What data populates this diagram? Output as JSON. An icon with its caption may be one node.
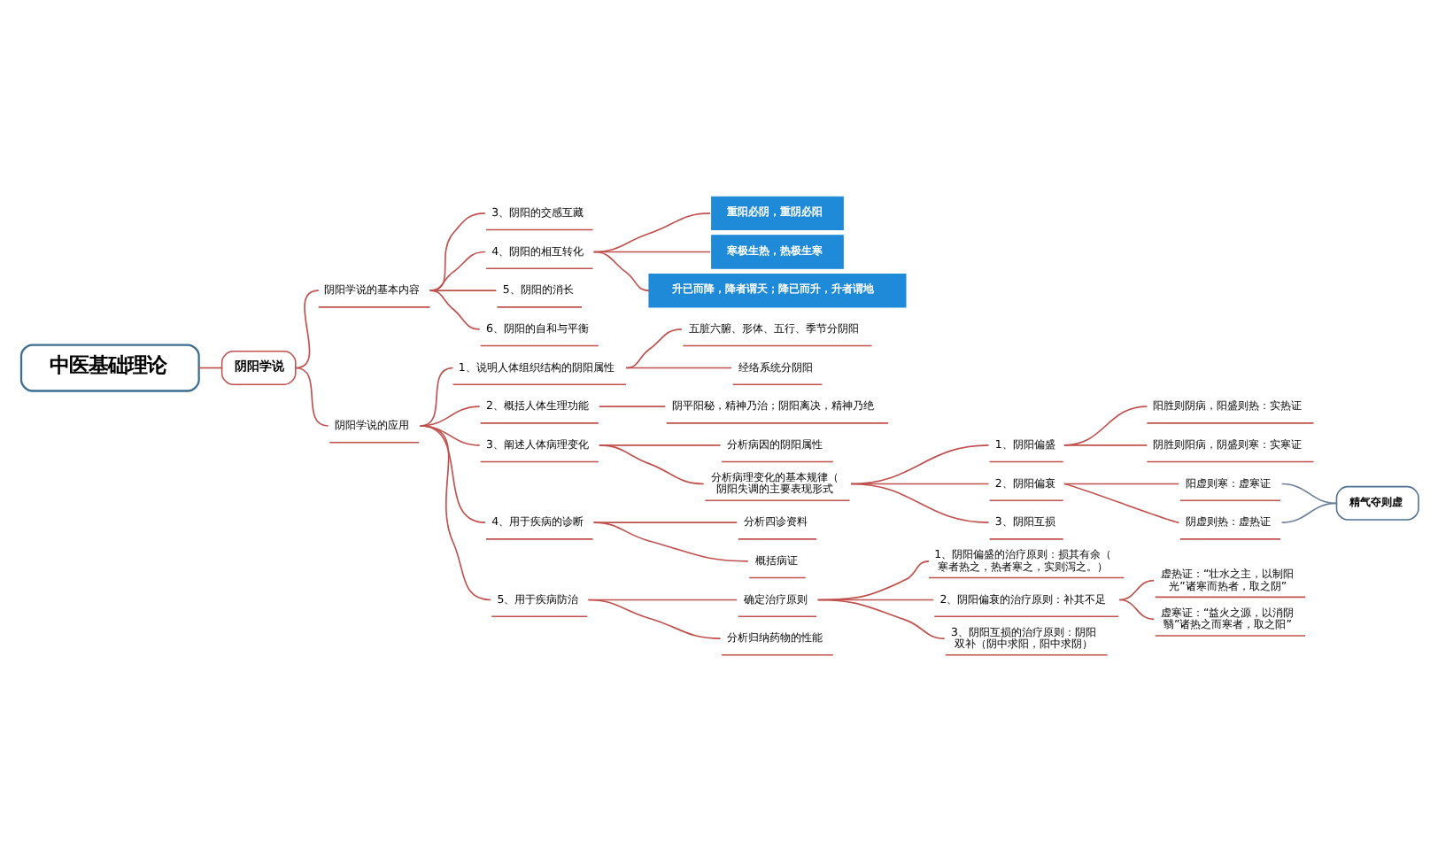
{
  "diagram": {
    "nodes": [
      {
        "text": [
          "中医基础理论"
        ]
      },
      {
        "text": [
          "阴阳学说"
        ]
      },
      {
        "text": [
          "阴阳学说的基本内容"
        ]
      },
      {
        "text": [
          "3、阴阳的交感互藏"
        ]
      },
      {
        "text": [
          "4、阴阳的相互转化"
        ]
      },
      {
        "text": [
          "重阳必阴，重阴必阳"
        ]
      },
      {
        "text": [
          "寒极生热，热极生寒"
        ]
      },
      {
        "text": [
          "升已而降，降者谓天；降已而升，升者谓地"
        ]
      },
      {
        "text": [
          "5、阴阳的消长"
        ]
      },
      {
        "text": [
          "6、阴阳的自和与平衡"
        ]
      },
      {
        "text": [
          "阴阳学说的应用"
        ]
      },
      {
        "text": [
          "1、说明人体组织结构的阴阳属性"
        ]
      },
      {
        "text": [
          "五脏六腑、形体、五行、季节分阴阳"
        ]
      },
      {
        "text": [
          "经络系统分阴阳"
        ]
      },
      {
        "text": [
          "2、概括人体生理功能"
        ]
      },
      {
        "text": [
          "阴平阳秘，精神乃治；阴阳离决，精神乃绝"
        ]
      },
      {
        "text": [
          "3、阐述人体病理变化"
        ]
      },
      {
        "text": [
          "分析病因的阴阳属性"
        ]
      },
      {
        "text": [
          "分析病理变化的基本规律（阴阳失调的主要表现形式"
        ]
      },
      {
        "text": [
          "1、阴阳偏盛"
        ]
      },
      {
        "text": [
          "阳胜则阴病，阳盛则热：实热证"
        ]
      },
      {
        "text": [
          "阴胜则阳病，阴盛则寒：实寒证"
        ]
      },
      {
        "text": [
          "2、阴阳偏衰"
        ]
      },
      {
        "text": [
          "阳虚则寒：虚寒证"
        ]
      },
      {
        "text": [
          "阴虚则热：虚热证"
        ]
      },
      {
        "text": [
          "精气夺则虚"
        ]
      },
      {
        "text": [
          "3、阴阳互损"
        ]
      },
      {
        "text": [
          "4、用于疾病的诊断"
        ]
      },
      {
        "text": [
          "分析四诊资料"
        ]
      },
      {
        "text": [
          "概括病证"
        ]
      },
      {
        "text": [
          "5、用于疾病防治"
        ]
      },
      {
        "text": [
          "确定治疗原则"
        ]
      },
      {
        "text": [
          "1、阴阳偏盛的治疗原则：损其有余（寒者热之，热者寒之，实则泻之。）"
        ]
      },
      {
        "text": [
          "2、阴阳偏衰的治疗原则：补其不足"
        ]
      },
      {
        "text": [
          "虚热证：“壮水之主，以制阳光”诸寒而热者，取之阴”"
        ]
      },
      {
        "text": [
          "虚寒证：“益火之源，以消阴翳”诸热之而寒者，取之阳”"
        ]
      },
      {
        "text": [
          "3、阴阳互损的治疗原则：阴阳双补（阴中求阳，阳中求阴）"
        ]
      },
      {
        "text": [
          "分析归纳药物的性能"
        ]
      }
    ],
    "edges": [
      {
        "from": 0,
        "to": 1,
        "arrow": "none"
      },
      {
        "from": 1,
        "to": 2,
        "arrow": "none"
      },
      {
        "from": 2,
        "to": 3,
        "arrow": "none"
      },
      {
        "from": 2,
        "to": 4,
        "arrow": "none"
      },
      {
        "from": 4,
        "to": 5,
        "arrow": "none"
      },
      {
        "from": 4,
        "to": 6,
        "arrow": "none"
      },
      {
        "from": 4,
        "to": 7,
        "arrow": "none"
      },
      {
        "from": 2,
        "to": 8,
        "arrow": "none"
      },
      {
        "from": 2,
        "to": 9,
        "arrow": "none"
      },
      {
        "from": 1,
        "to": 10,
        "arrow": "none"
      },
      {
        "from": 10,
        "to": 11,
        "arrow": "none"
      },
      {
        "from": 11,
        "to": 12,
        "arrow": "none"
      },
      {
        "from": 11,
        "to": 13,
        "arrow": "none"
      },
      {
        "from": 10,
        "to": 14,
        "arrow": "none"
      },
      {
        "from": 14,
        "to": 15,
        "arrow": "none"
      },
      {
        "from": 10,
        "to": 16,
        "arrow": "none"
      },
      {
        "from": 16,
        "to": 17,
        "arrow": "none"
      },
      {
        "from": 16,
        "to": 18,
        "arrow": "none"
      },
      {
        "from": 18,
        "to": 19,
        "arrow": "none"
      },
      {
        "from": 19,
        "to": 20,
        "arrow": "none"
      },
      {
        "from": 19,
        "to": 21,
        "arrow": "none"
      },
      {
        "from": 18,
        "to": 22,
        "arrow": "none"
      },
      {
        "from": 22,
        "to": 23,
        "arrow": "none"
      },
      {
        "from": 22,
        "to": 24,
        "arrow": "none"
      },
      {
        "from": 23,
        "to": 25,
        "arrow": "none",
        "color": "#6b7f96"
      },
      {
        "from": 24,
        "to": 25,
        "arrow": "none",
        "color": "#6b7f96"
      },
      {
        "from": 18,
        "to": 26,
        "arrow": "none"
      },
      {
        "from": 10,
        "to": 27,
        "arrow": "none"
      },
      {
        "from": 27,
        "to": 28,
        "arrow": "none"
      },
      {
        "from": 27,
        "to": 29,
        "arrow": "none"
      },
      {
        "from": 10,
        "to": 30,
        "arrow": "none"
      },
      {
        "from": 30,
        "to": 31,
        "arrow": "none"
      },
      {
        "from": 31,
        "to": 32,
        "arrow": "none"
      },
      {
        "from": 31,
        "to": 33,
        "arrow": "none"
      },
      {
        "from": 33,
        "to": 34,
        "arrow": "none"
      },
      {
        "from": 33,
        "to": 35,
        "arrow": "none"
      },
      {
        "from": 31,
        "to": 36,
        "arrow": "none"
      },
      {
        "from": 30,
        "to": 37,
        "arrow": "none"
      }
    ]
  }
}
